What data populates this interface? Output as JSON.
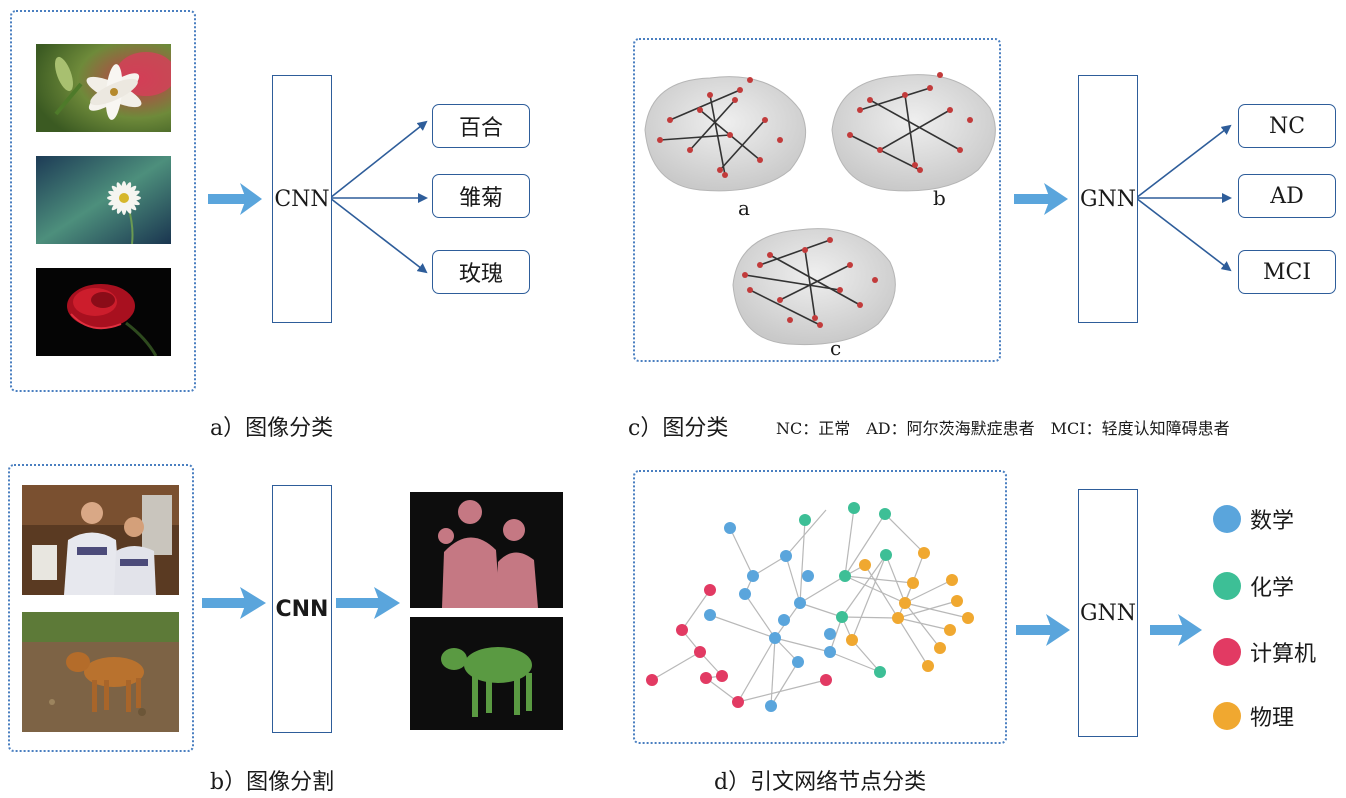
{
  "panel_a": {
    "network": "CNN",
    "outputs": [
      "百合",
      "雏菊",
      "玫瑰"
    ],
    "caption": "a）图像分类"
  },
  "panel_b": {
    "network": "CNN",
    "caption": "b）图像分割"
  },
  "panel_c": {
    "network": "GNN",
    "brain_labels": [
      "a",
      "b",
      "c"
    ],
    "outputs": [
      "NC",
      "AD",
      "MCI"
    ],
    "caption": "c）图分类",
    "legend": "NC：正常　AD：阿尔茨海默症患者　MCI：轻度认知障碍患者"
  },
  "panel_d": {
    "network": "GNN",
    "caption": "d）引文网络节点分类",
    "classes": [
      {
        "label": "数学",
        "color": "#5aa5dc"
      },
      {
        "label": "化学",
        "color": "#3dbf96"
      },
      {
        "label": "计算机",
        "color": "#e23a63"
      },
      {
        "label": "物理",
        "color": "#f0a830"
      }
    ]
  },
  "colors": {
    "arrow": "#5aa5dc",
    "line": "#2e5d9a",
    "dotted": "#4a7fc0"
  }
}
